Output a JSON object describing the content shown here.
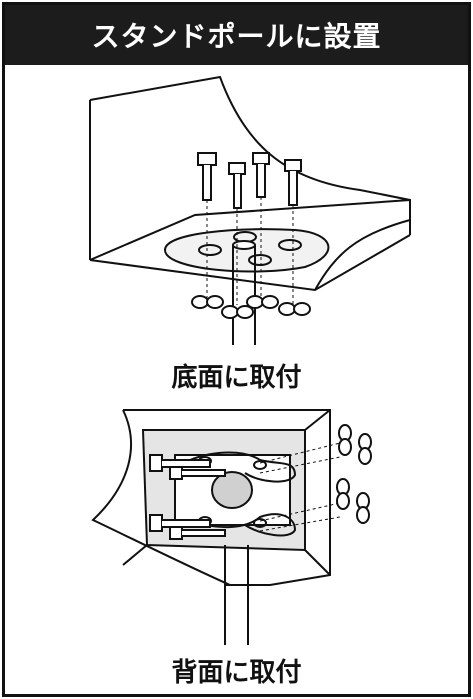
{
  "header": {
    "title": "スタンドポールに設置"
  },
  "sections": [
    {
      "caption": "底面に取付"
    },
    {
      "caption": "背面に取付"
    }
  ],
  "colors": {
    "header_bg": "#1c1c1c",
    "header_text": "#ffffff",
    "line": "#111111",
    "shade": "#bdbdbd"
  }
}
